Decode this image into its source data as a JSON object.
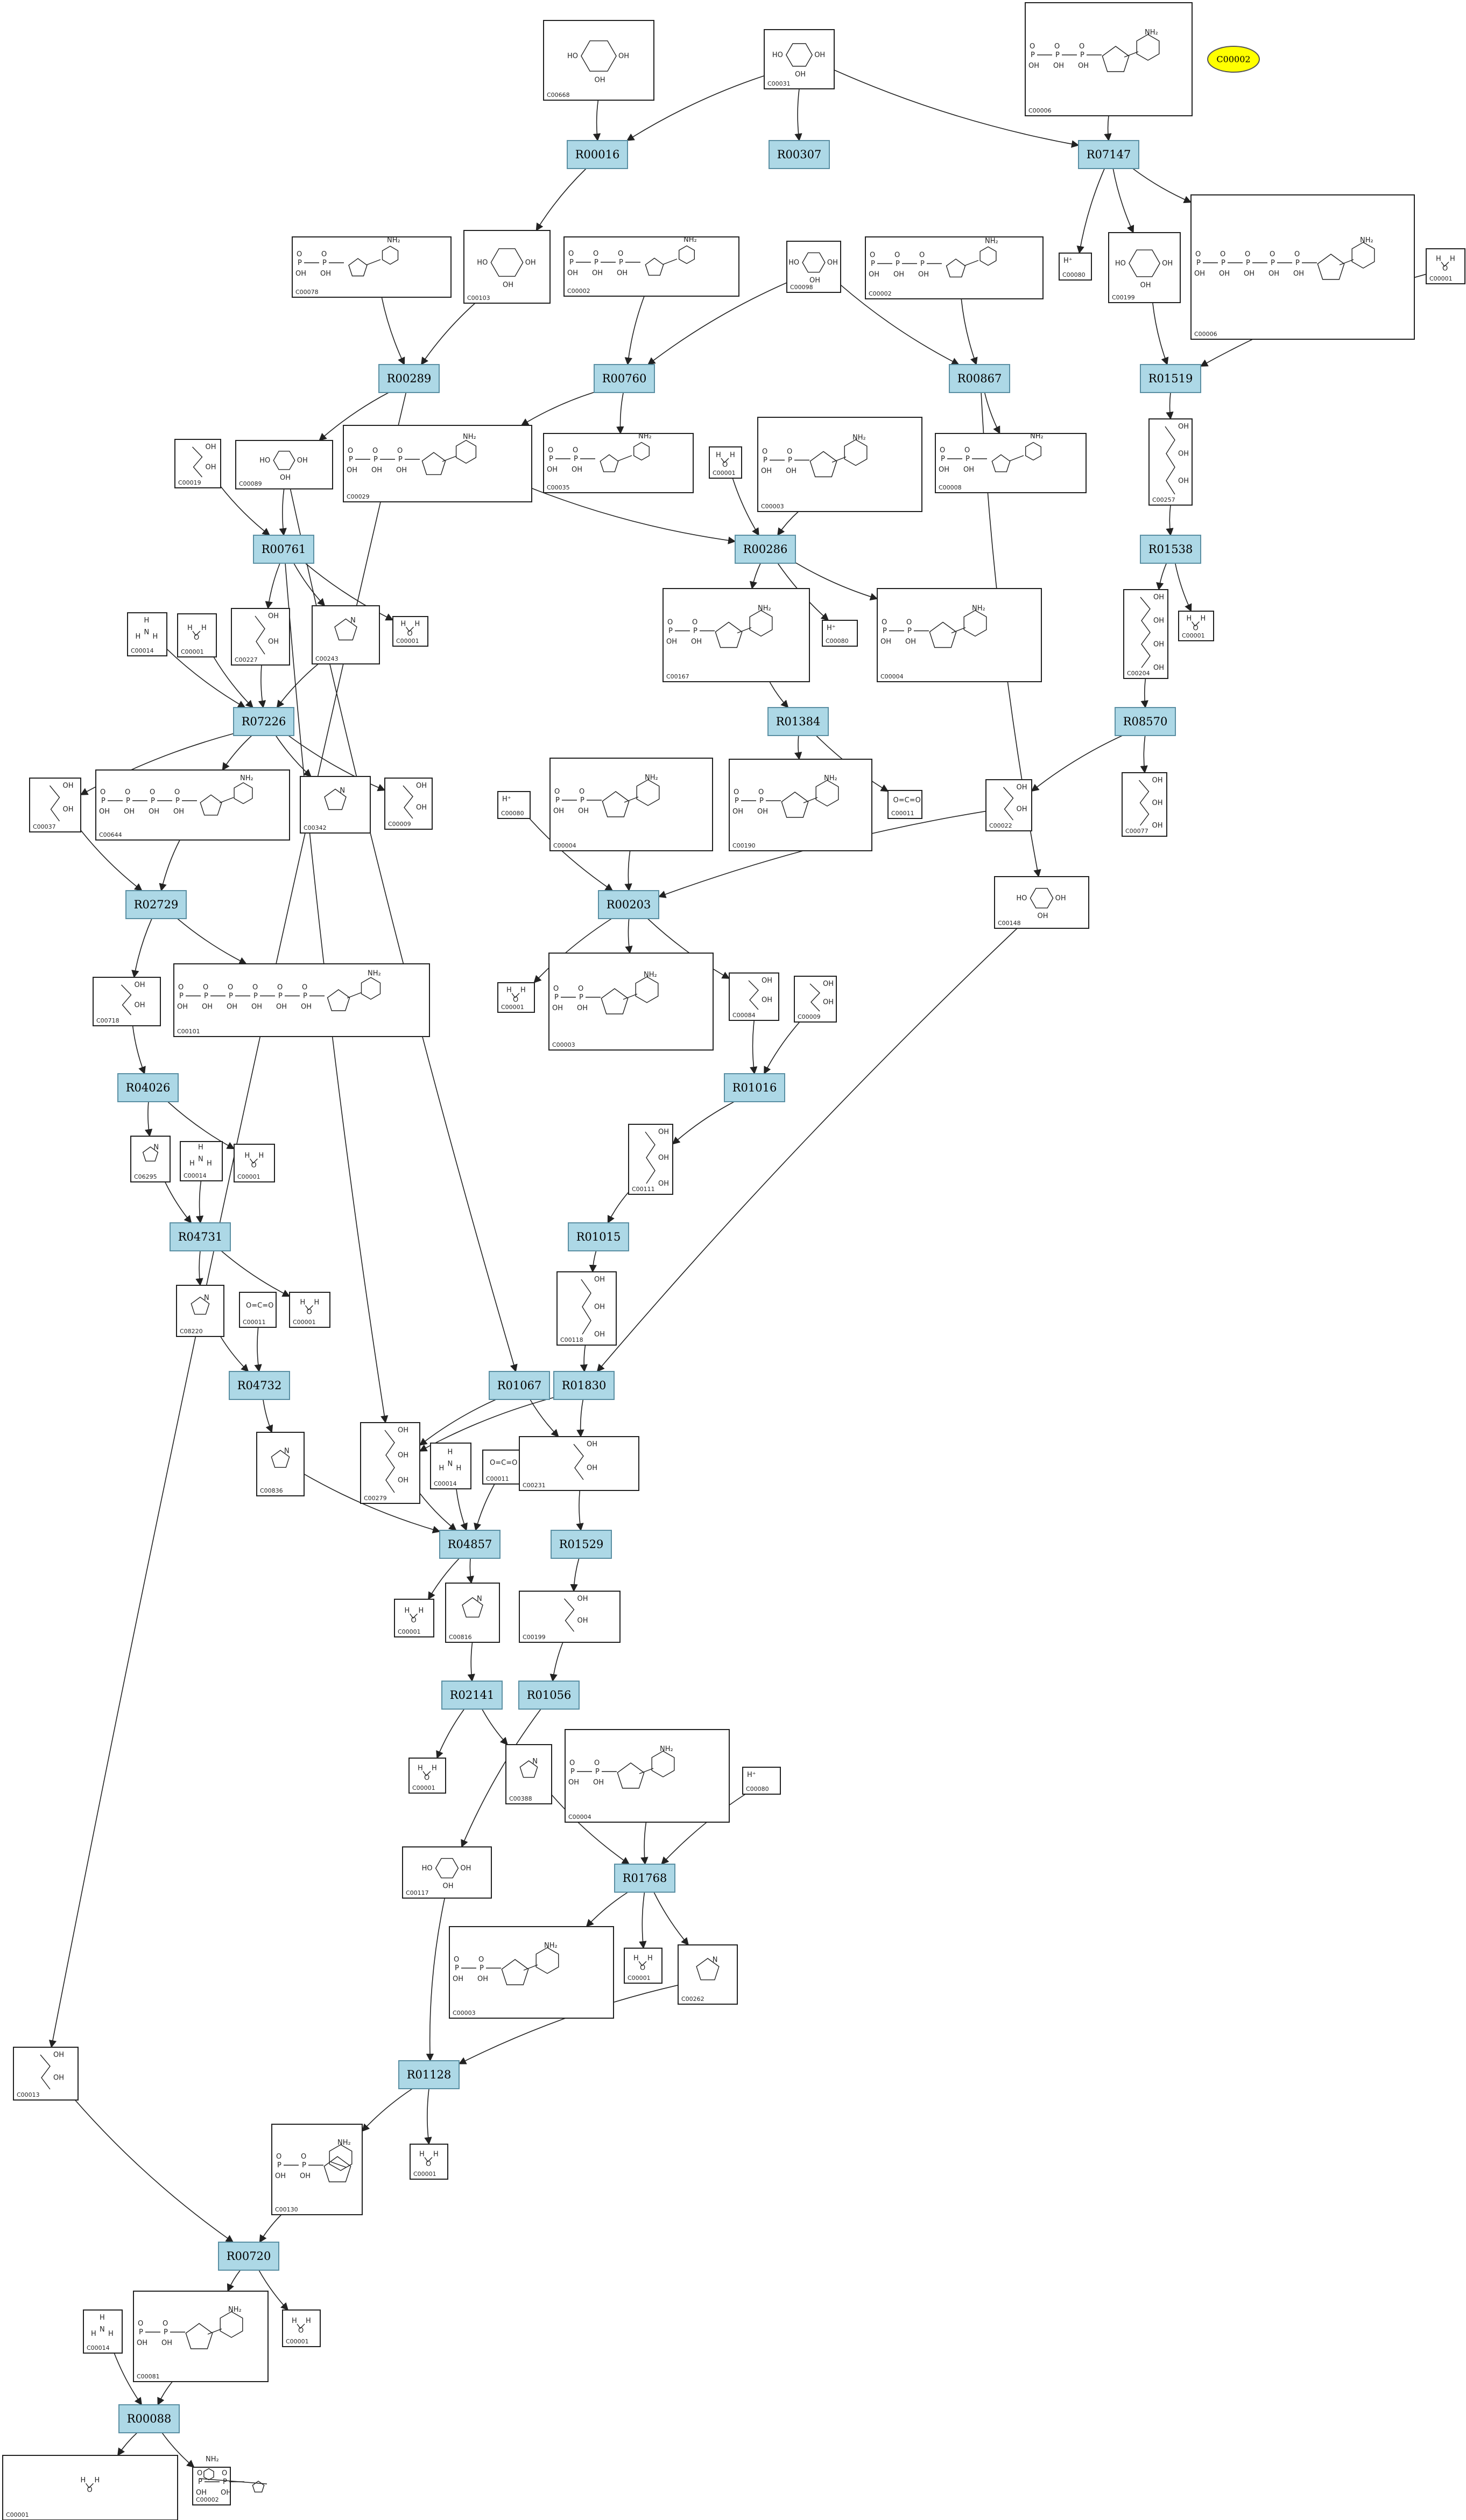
{
  "highlight_node": {
    "label": "C00002",
    "color": "#ffff00"
  },
  "reactions": [
    {
      "id": "R00016"
    },
    {
      "id": "R00307"
    },
    {
      "id": "R07147"
    },
    {
      "id": "R00289"
    },
    {
      "id": "R00760"
    },
    {
      "id": "R00867"
    },
    {
      "id": "R01519"
    },
    {
      "id": "R00761"
    },
    {
      "id": "R00286"
    },
    {
      "id": "R01538"
    },
    {
      "id": "R07226"
    },
    {
      "id": "R01384"
    },
    {
      "id": "R08570"
    },
    {
      "id": "R02729"
    },
    {
      "id": "R00203"
    },
    {
      "id": "R04026"
    },
    {
      "id": "R01016"
    },
    {
      "id": "R04731"
    },
    {
      "id": "R01015"
    },
    {
      "id": "R04732"
    },
    {
      "id": "R01067"
    },
    {
      "id": "R01830"
    },
    {
      "id": "R04857"
    },
    {
      "id": "R01529"
    },
    {
      "id": "R02141"
    },
    {
      "id": "R01056"
    },
    {
      "id": "R01768"
    },
    {
      "id": "R01128"
    },
    {
      "id": "R00720"
    },
    {
      "id": "R00088"
    }
  ],
  "compounds": [
    {
      "id": "C00668",
      "kind": "sugar"
    },
    {
      "id": "C00031",
      "kind": "sugar"
    },
    {
      "id": "C00006",
      "kind": "nucleotide"
    },
    {
      "id": "C00006",
      "kind": "nucleotide"
    },
    {
      "id": "C00078",
      "kind": "nucleotide"
    },
    {
      "id": "C00103",
      "kind": "sugar"
    },
    {
      "id": "C00002",
      "kind": "nucleotide"
    },
    {
      "id": "C00098",
      "kind": "sugar"
    },
    {
      "id": "C00002",
      "kind": "nucleotide"
    },
    {
      "id": "C00080",
      "kind": "text",
      "text": "H⁺"
    },
    {
      "id": "C00199",
      "kind": "sugar"
    },
    {
      "id": "C00001",
      "kind": "water"
    },
    {
      "id": "C00029",
      "kind": "nucleotide"
    },
    {
      "id": "C00035",
      "kind": "nucleotide"
    },
    {
      "id": "C00001",
      "kind": "water"
    },
    {
      "id": "C00003",
      "kind": "nucleotide"
    },
    {
      "id": "C00008",
      "kind": "nucleotide"
    },
    {
      "id": "C00257",
      "kind": "chain"
    },
    {
      "id": "C00019",
      "kind": "small"
    },
    {
      "id": "C00089",
      "kind": "sugar"
    },
    {
      "id": "C00167",
      "kind": "nucleotide"
    },
    {
      "id": "C00080",
      "kind": "text",
      "text": "H⁺"
    },
    {
      "id": "C00004",
      "kind": "nucleotide"
    },
    {
      "id": "C00204",
      "kind": "chain"
    },
    {
      "id": "C00001",
      "kind": "water"
    },
    {
      "id": "C00014",
      "kind": "ammonia"
    },
    {
      "id": "C00001",
      "kind": "water"
    },
    {
      "id": "C00227",
      "kind": "small"
    },
    {
      "id": "C00243",
      "kind": "ring"
    },
    {
      "id": "C00001",
      "kind": "water"
    },
    {
      "id": "C00037",
      "kind": "small"
    },
    {
      "id": "C00644",
      "kind": "nucleotide"
    },
    {
      "id": "C00342",
      "kind": "ring"
    },
    {
      "id": "C00009",
      "kind": "small"
    },
    {
      "id": "C00004",
      "kind": "nucleotide"
    },
    {
      "id": "C00190",
      "kind": "nucleotide"
    },
    {
      "id": "C00011",
      "kind": "co2"
    },
    {
      "id": "C00022",
      "kind": "small"
    },
    {
      "id": "C00077",
      "kind": "chain"
    },
    {
      "id": "C00080",
      "kind": "text",
      "text": "H⁺"
    },
    {
      "id": "C00101",
      "kind": "nucleotide"
    },
    {
      "id": "C00718",
      "kind": "small"
    },
    {
      "id": "C00001",
      "kind": "water"
    },
    {
      "id": "C00003",
      "kind": "nucleotide"
    },
    {
      "id": "C00084",
      "kind": "small"
    },
    {
      "id": "C00009",
      "kind": "small"
    },
    {
      "id": "C00148",
      "kind": "sugar"
    },
    {
      "id": "C06295",
      "kind": "ring"
    },
    {
      "id": "C00014",
      "kind": "ammonia"
    },
    {
      "id": "C00001",
      "kind": "water"
    },
    {
      "id": "C00111",
      "kind": "chain"
    },
    {
      "id": "C08220",
      "kind": "ring"
    },
    {
      "id": "C00011",
      "kind": "co2"
    },
    {
      "id": "C00001",
      "kind": "water"
    },
    {
      "id": "C00118",
      "kind": "chain"
    },
    {
      "id": "C00836",
      "kind": "ring"
    },
    {
      "id": "C00279",
      "kind": "chain"
    },
    {
      "id": "C00014",
      "kind": "ammonia"
    },
    {
      "id": "C00011",
      "kind": "co2"
    },
    {
      "id": "C00231",
      "kind": "chain"
    },
    {
      "id": "C00001",
      "kind": "water"
    },
    {
      "id": "C00816",
      "kind": "ring"
    },
    {
      "id": "C00199",
      "kind": "chain"
    },
    {
      "id": "C00001",
      "kind": "water"
    },
    {
      "id": "C00388",
      "kind": "ring"
    },
    {
      "id": "C00004",
      "kind": "nucleotide"
    },
    {
      "id": "C00080",
      "kind": "text",
      "text": "H⁺"
    },
    {
      "id": "C00117",
      "kind": "sugar"
    },
    {
      "id": "C00003",
      "kind": "nucleotide"
    },
    {
      "id": "C00001",
      "kind": "water"
    },
    {
      "id": "C00262",
      "kind": "ring"
    },
    {
      "id": "C00013",
      "kind": "chain"
    },
    {
      "id": "C00001",
      "kind": "water"
    },
    {
      "id": "C00130",
      "kind": "nucleotide"
    },
    {
      "id": "C00001",
      "kind": "water"
    },
    {
      "id": "C00014",
      "kind": "ammonia"
    },
    {
      "id": "C00081",
      "kind": "nucleotide"
    },
    {
      "id": "C00002",
      "kind": "nucleotide"
    },
    {
      "id": "C00001",
      "kind": "water"
    }
  ]
}
